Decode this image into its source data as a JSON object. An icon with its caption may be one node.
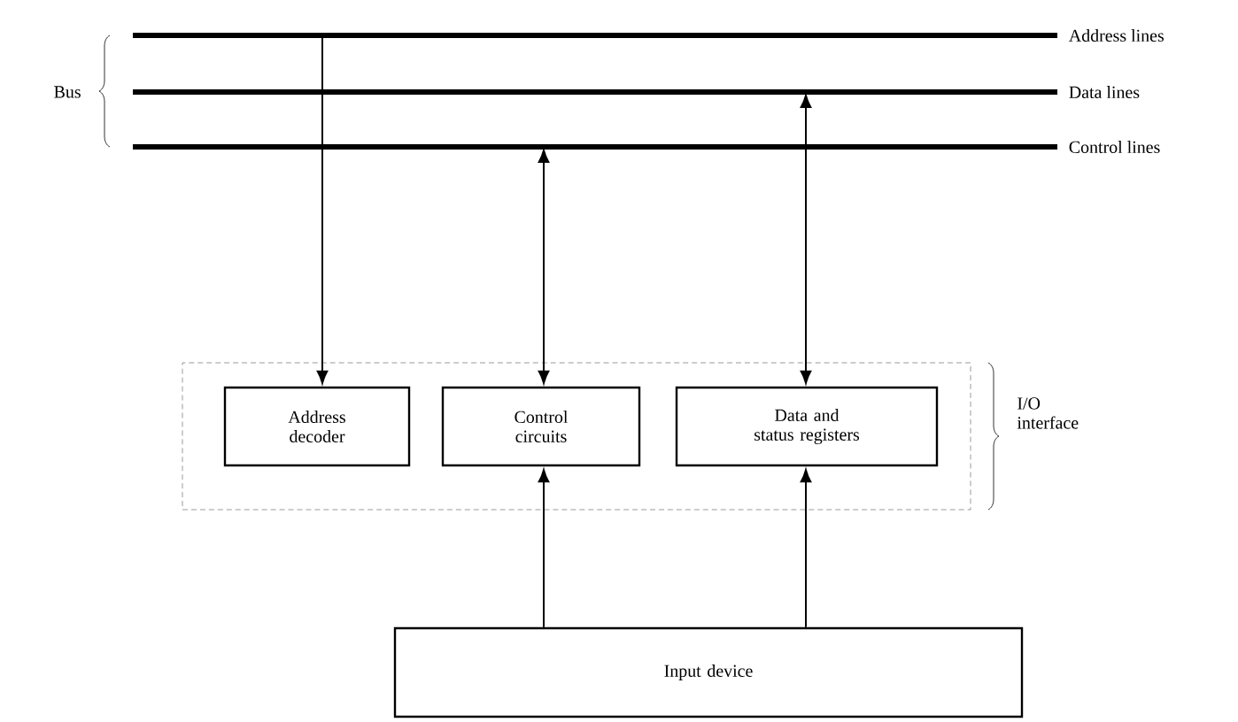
{
  "diagram": {
    "nodes": [
      {
        "text": [
          "Address lines"
        ]
      },
      {
        "text": [
          "Data lines"
        ]
      },
      {
        "text": [
          "Control lines"
        ]
      },
      {
        "text": [
          "I/O interface"
        ]
      },
      {
        "text": [
          "Address decoder"
        ],
        "in": 3
      },
      {
        "text": [
          "Control circuits"
        ],
        "in": 3
      },
      {
        "text": [
          "Data and status registers"
        ],
        "in": 3
      },
      {
        "text": [
          "Input device"
        ]
      }
    ],
    "edges": [
      {
        "from": 0,
        "to": 4,
        "arrow": "to"
      },
      {
        "from": 2,
        "to": 5,
        "arrow": "both"
      },
      {
        "from": 1,
        "to": 6,
        "arrow": "both"
      },
      {
        "from": 7,
        "to": 5,
        "arrow": "to"
      },
      {
        "from": 7,
        "to": 6,
        "arrow": "to"
      }
    ],
    "labels": [
      "Bus"
    ]
  }
}
